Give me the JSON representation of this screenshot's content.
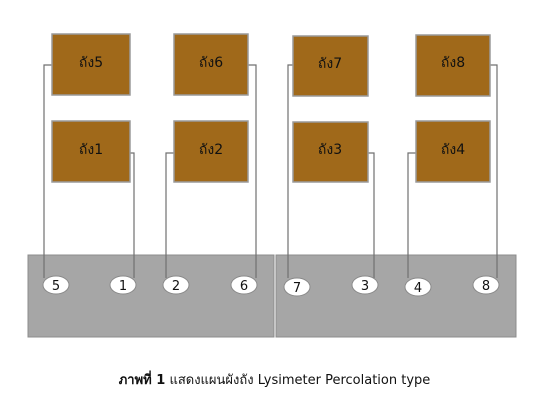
{
  "colors": {
    "tank_fill": "#a0691a",
    "tank_border": "#9a9a9a",
    "base_fill": "#a6a6a6",
    "pipe": "#707070",
    "port_fill": "#ffffff"
  },
  "tanks": [
    {
      "id": "5",
      "label": "ถัง5"
    },
    {
      "id": "6",
      "label": "ถัง6"
    },
    {
      "id": "7",
      "label": "ถัง7"
    },
    {
      "id": "8",
      "label": "ถัง8"
    },
    {
      "id": "1",
      "label": "ถัง1"
    },
    {
      "id": "2",
      "label": "ถัง2"
    },
    {
      "id": "3",
      "label": "ถัง3"
    },
    {
      "id": "4",
      "label": "ถัง4"
    }
  ],
  "ports": [
    "5",
    "1",
    "2",
    "6",
    "7",
    "3",
    "4",
    "8"
  ],
  "caption": {
    "prefix": "ภาพที่ 1",
    "text": "แสดงแผนผังถัง Lysimeter Percolation type"
  }
}
